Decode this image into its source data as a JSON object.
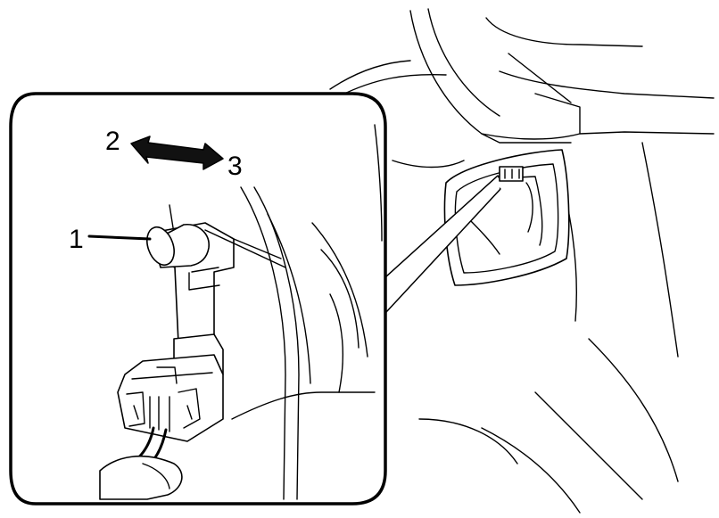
{
  "callouts": {
    "part_1": "1",
    "direction_2": "2",
    "direction_3": "3"
  },
  "colors": {
    "line": "#000000",
    "background": "#ffffff",
    "arrow_fill": "#111111"
  },
  "icons": {
    "direction_arrow": "double-headed-arrow"
  }
}
